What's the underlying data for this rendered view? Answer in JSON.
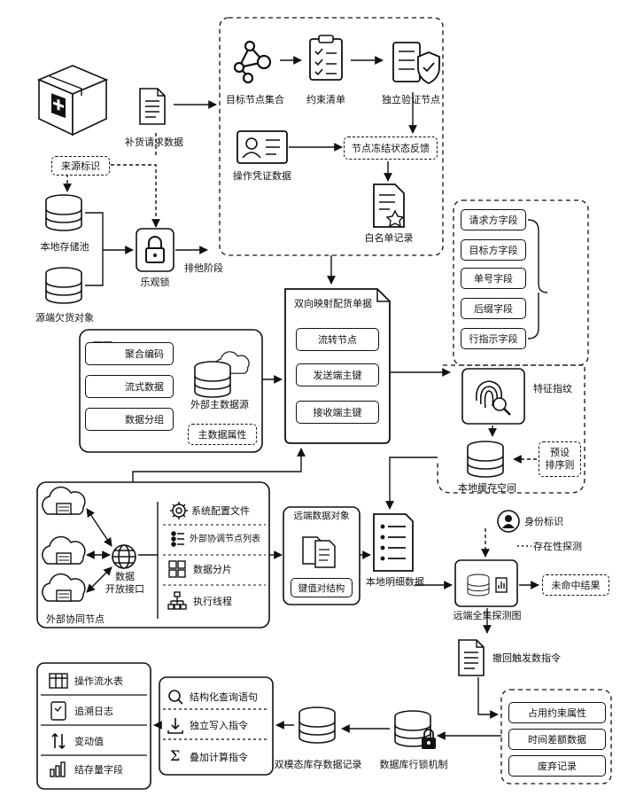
{
  "labels": {
    "supply_request": "补货请求数据",
    "source_tag": "来源标识",
    "local_pool": "本地存储池",
    "remote_obj": "源端欠货对象",
    "opt_lock": "乐观锁",
    "exclusive": "排他阶段",
    "target_set": "目标节点集合",
    "constraint_list": "约束清单",
    "verify_node": "独立验证节点",
    "op_credential": "操作凭证数据",
    "freeze_feedback": "节点冻结状态反馈",
    "whitelist": "白名单记录",
    "mapping_doc": "双向映射配货单据",
    "flow_node": "流转节点",
    "sender_key": "发送端主键",
    "receiver_key": "接收端主键",
    "agg_code": "聚合编码",
    "stream_data": "流式数据",
    "data_group": "数据分组",
    "ext_master": "外部主数据源",
    "master_attr": "主数据属性",
    "req_field": "请求方字段",
    "target_field": "目标方字段",
    "order_field": "单号字段",
    "suffix_field": "后缀字段",
    "row_field": "行指示字段",
    "fingerprint": "特征指纹",
    "preset_1": "预设",
    "preset_2": "排序则",
    "local_cache": "本地缓存空间",
    "api_1": "数据",
    "api_2": "开放接口",
    "ext_nodes": "外部协同节点",
    "sys_config": "系统配置文件",
    "ext_node_list": "外部协调节点列表",
    "data_shard": "数据分片",
    "exec_thread": "执行线程",
    "remote_obj2": "远端数据对象",
    "kv_struct": "键值对结构",
    "local_detail": "本地明细数据",
    "identity": "身份标识",
    "exist_probe": "存在性探测",
    "remote_set": "远端全集探测图",
    "miss_result": "未命中结果",
    "rollback": "撤回触发数指令",
    "occupy_attr": "占用约束属性",
    "time_diff": "时间差额数据",
    "discard_log": "废弃记录",
    "row_lock": "数据库行锁机制",
    "dual_db": "双模态库存数据记录",
    "struct_query": "结构化查询语句",
    "write_cmd": "独立写入指令",
    "sum_cmd": "叠加计算指令",
    "op_table": "操作流水表",
    "trace_log": "追溯日志",
    "delta": "变动值",
    "stock_field": "结存量字段"
  }
}
